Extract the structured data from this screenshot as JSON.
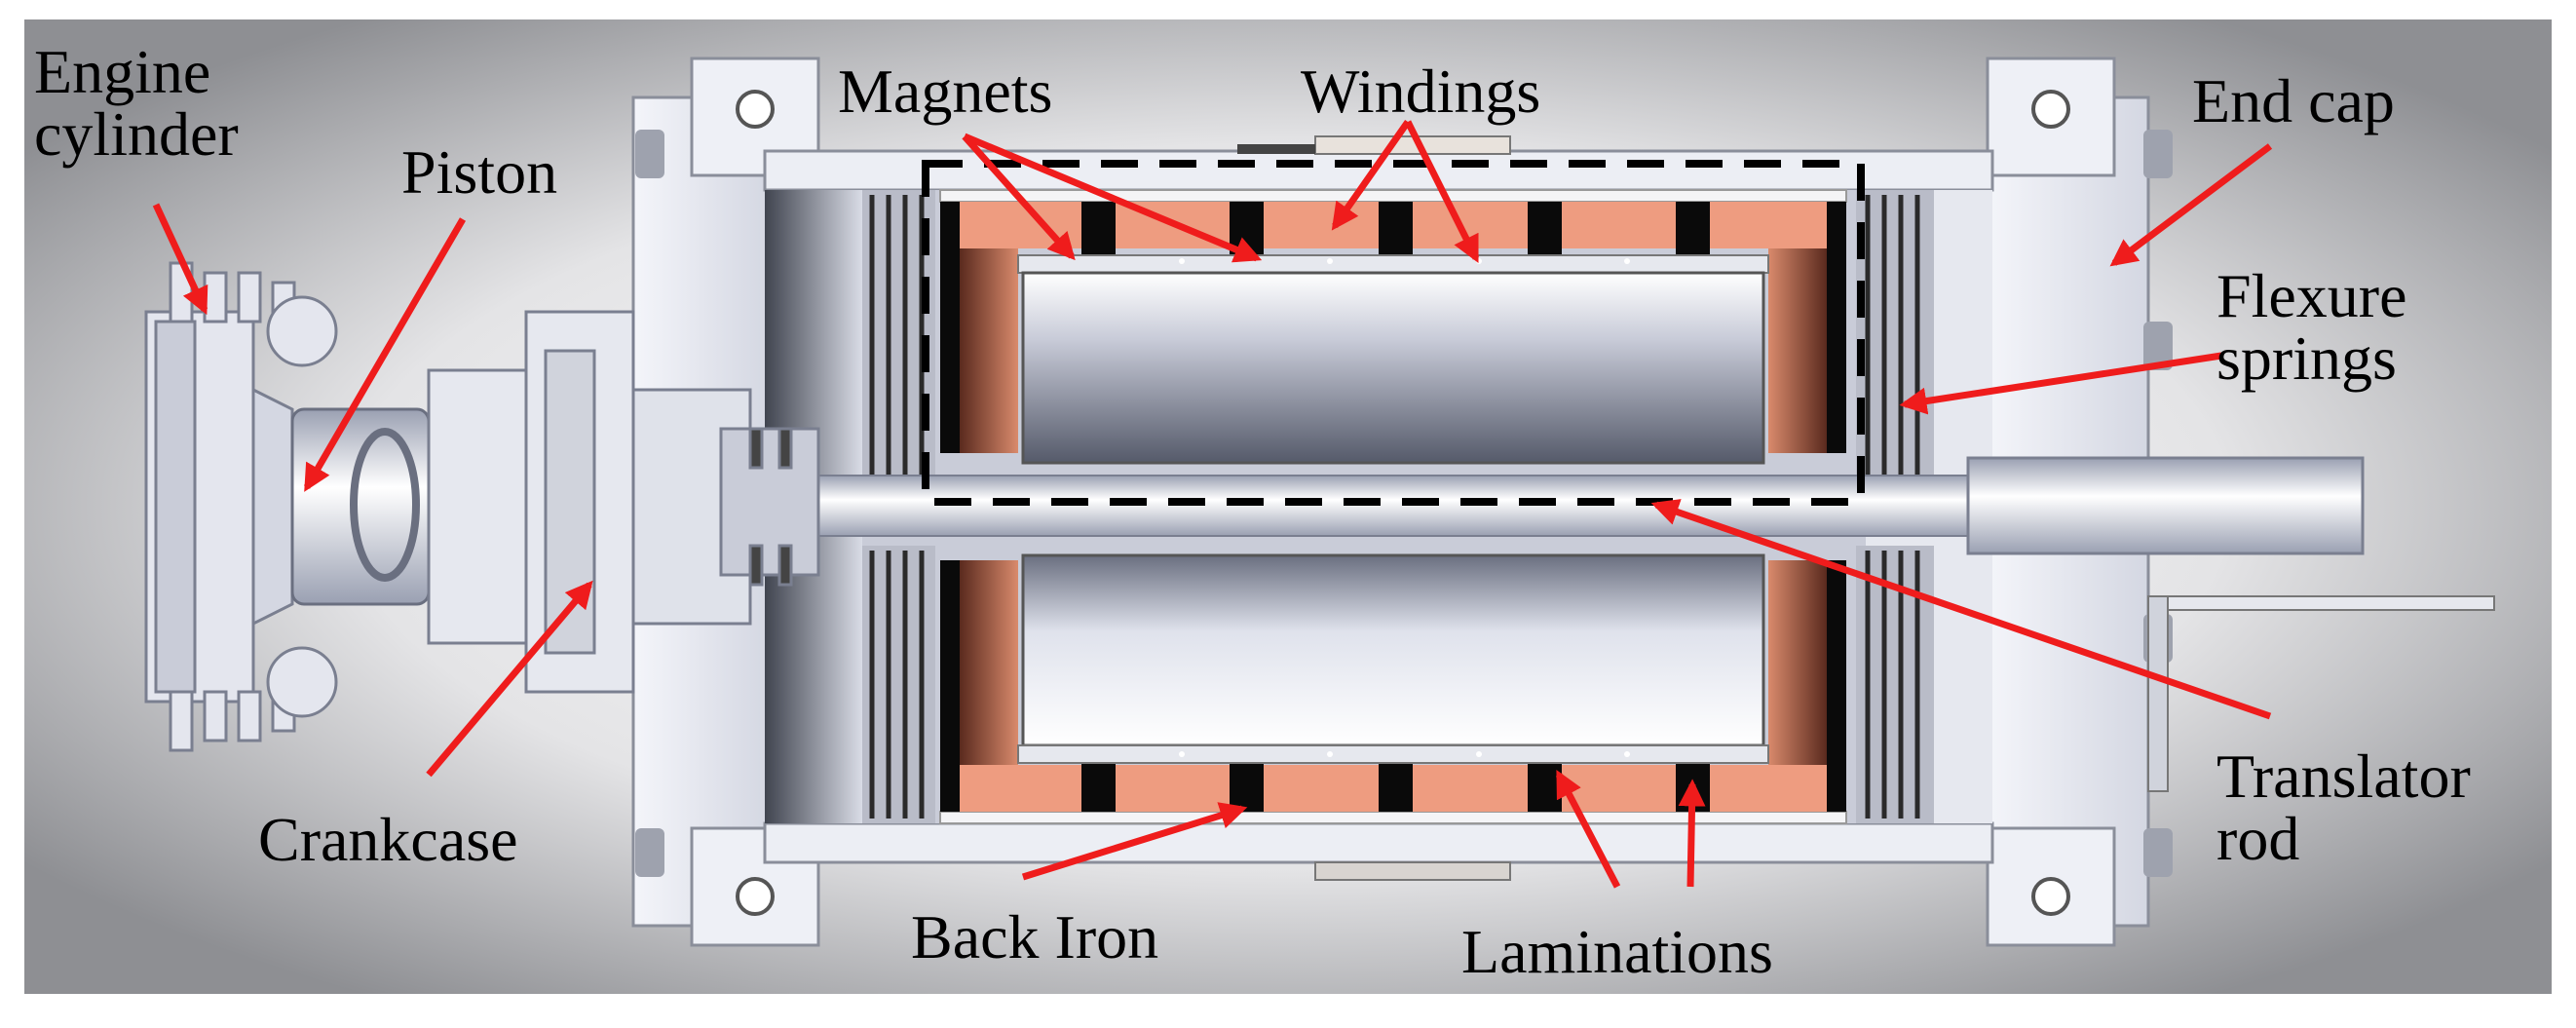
{
  "labels": {
    "engine_cylinder": [
      "Engine",
      "cylinder"
    ],
    "piston": "Piston",
    "crankcase": "Crankcase",
    "magnets": "Magnets",
    "windings": "Windings",
    "end_cap": "End cap",
    "flexure_springs": [
      "Flexure",
      "springs"
    ],
    "translator_rod": [
      "Translator",
      "rod"
    ],
    "back_iron": "Back Iron",
    "laminations": "Laminations"
  },
  "colors": {
    "arrow": "#ef1c1c",
    "copper": "#ee9c80",
    "copper_dark": "#a85a42",
    "lamination": "#0a0a0a",
    "steel_light": "#e8eaf2",
    "steel_dark": "#6b7080",
    "dashed_box": "#000000"
  }
}
